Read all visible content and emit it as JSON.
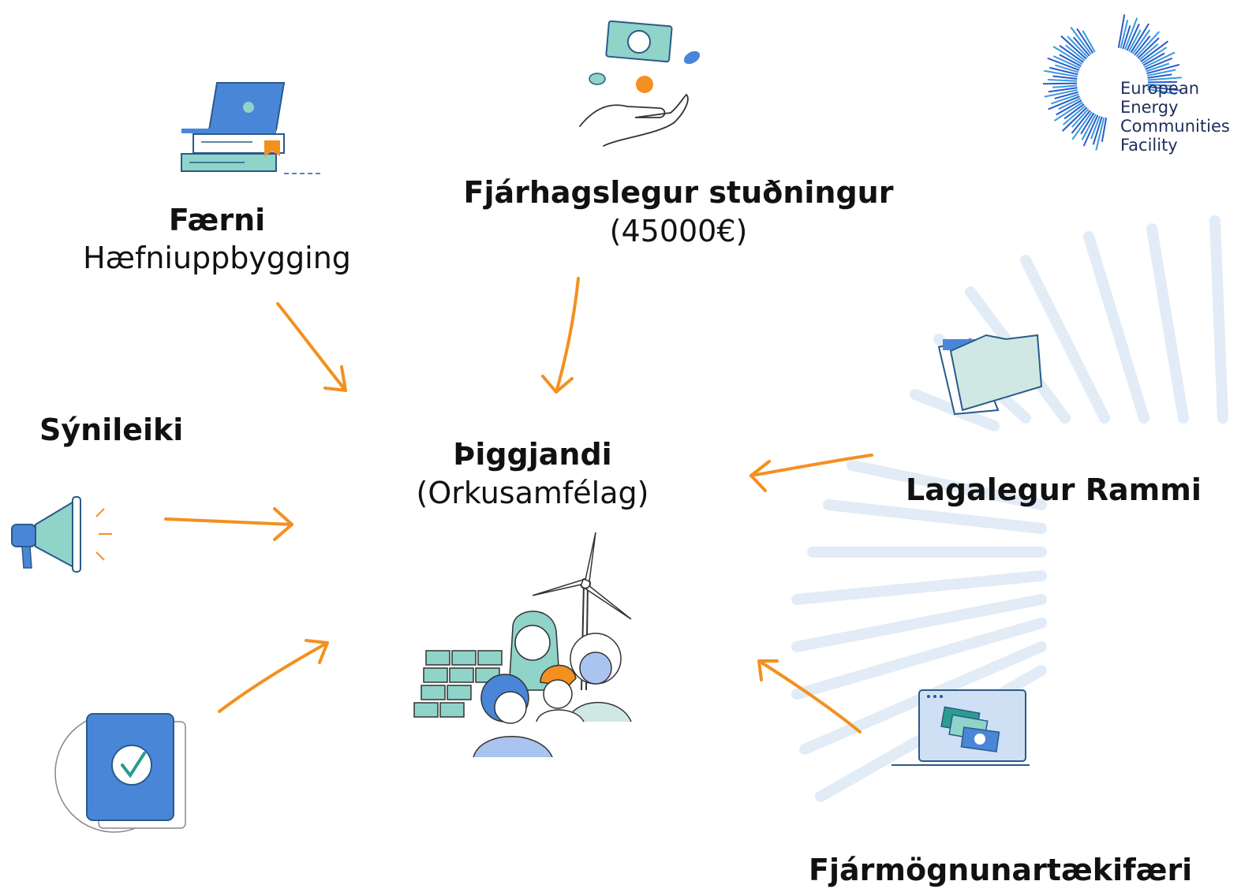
{
  "logo": {
    "lines": [
      "European",
      "Energy",
      "Communities",
      "Facility"
    ]
  },
  "nodes": {
    "skills": {
      "title": "Færni",
      "subtitle": "Hæfniuppbygging"
    },
    "financial": {
      "title": "Fjárhagslegur stuðningur",
      "subtitle": "(45000€)"
    },
    "visibility": {
      "title": "Sýnileiki"
    },
    "beneficiary": {
      "title": "Þiggjandi",
      "subtitle": "(Orkusamfélag)"
    },
    "legal": {
      "title": "Lagalegur Rammi"
    },
    "funding": {
      "title": "Fjármögnunartækifæri"
    }
  },
  "icons": {
    "skills": "laptop-books-icon",
    "financial": "hand-money-icon",
    "visibility": "megaphone-icon",
    "certificate": "certificate-check-icon",
    "legal": "folder-icon",
    "funding": "laptop-money-icon",
    "beneficiary": "community-renewables-icon"
  },
  "colors": {
    "arrow": "#f39020",
    "accent_blue": "#4a86d8",
    "accent_teal": "#8fd3c9",
    "burst": "#dce9f5"
  }
}
